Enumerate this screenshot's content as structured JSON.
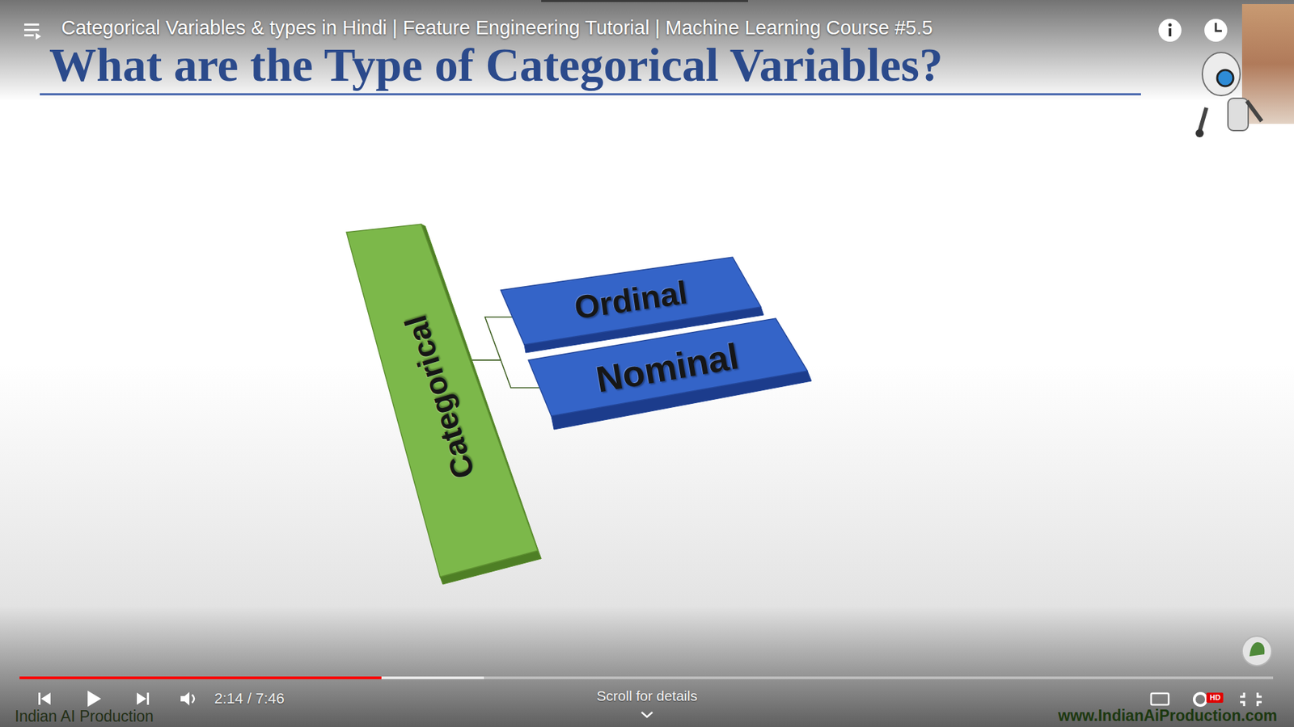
{
  "diagram": {
    "title": "What are the Type of Categorical Variables?",
    "nodes": [
      {
        "text": [
          "Categorical"
        ]
      },
      {
        "text": [
          "Ordinal"
        ]
      },
      {
        "text": [
          "Nominal"
        ]
      }
    ],
    "edges": [
      {
        "from": 0,
        "to": 1,
        "arrow": "none"
      },
      {
        "from": 0,
        "to": 2,
        "arrow": "none"
      }
    ],
    "labels": [
      "Categorical Variables & types in Hindi | Feature Engineering Tutorial | Machine Learning Course #5.5",
      "2:14 / 7:46",
      "Scroll for details",
      "Indian AI Production",
      "www.IndianAiProduction.com",
      "HD"
    ]
  }
}
